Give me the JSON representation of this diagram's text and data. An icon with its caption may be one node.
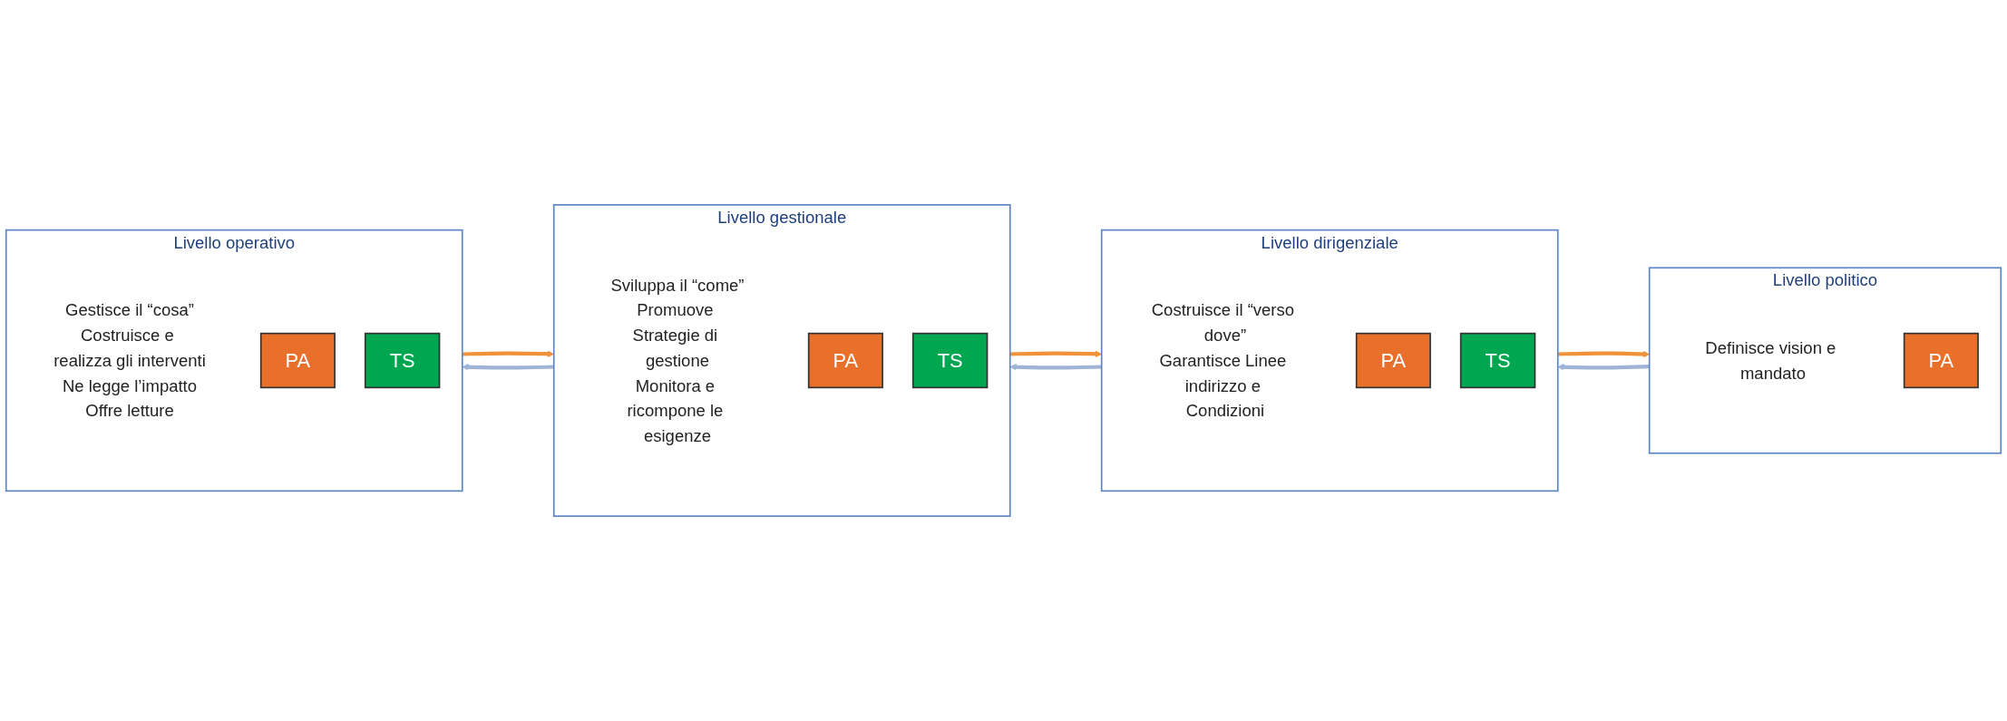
{
  "diagram": {
    "nodes": [
      {
        "text": [
          "Livello politico",
          "Definisce vision e mandato"
        ]
      },
      {
        "text": [
          "PA"
        ],
        "in": 0
      },
      {
        "text": [
          "Livello dirigenziale",
          "Costruisce il “verso dove”",
          "Garantisce Linee indirizzo e Condizioni"
        ]
      },
      {
        "text": [
          "PA"
        ],
        "in": 2
      },
      {
        "text": [
          "TS"
        ],
        "in": 2
      },
      {
        "text": [
          "Livello gestionale",
          "Sviluppa il “come”",
          "Promuove Strategie di gestione",
          "Monitora e ricompone le esigenze"
        ]
      },
      {
        "text": [
          "PA"
        ],
        "in": 5
      },
      {
        "text": [
          "TS"
        ],
        "in": 5
      },
      {
        "text": [
          "Livello operativo",
          "Gestisce il “cosa”",
          "Costruisce e realizza gli interventi",
          "Ne legge l’impatto",
          "Offre letture"
        ]
      },
      {
        "text": [
          "PA"
        ],
        "in": 8
      },
      {
        "text": [
          "TS"
        ],
        "in": 8
      }
    ],
    "edges": [
      {
        "from": 0,
        "to": 2,
        "arrow": "to",
        "color": "#9fb3d6"
      },
      {
        "from": 2,
        "to": 0,
        "arrow": "to",
        "color": "#f0923a"
      },
      {
        "from": 2,
        "to": 5,
        "arrow": "to",
        "color": "#9fb3d6"
      },
      {
        "from": 5,
        "to": 2,
        "arrow": "to",
        "color": "#f0923a"
      },
      {
        "from": 5,
        "to": 8,
        "arrow": "to",
        "color": "#9fb3d6"
      },
      {
        "from": 8,
        "to": 5,
        "arrow": "to",
        "color": "#f0923a"
      }
    ]
  }
}
